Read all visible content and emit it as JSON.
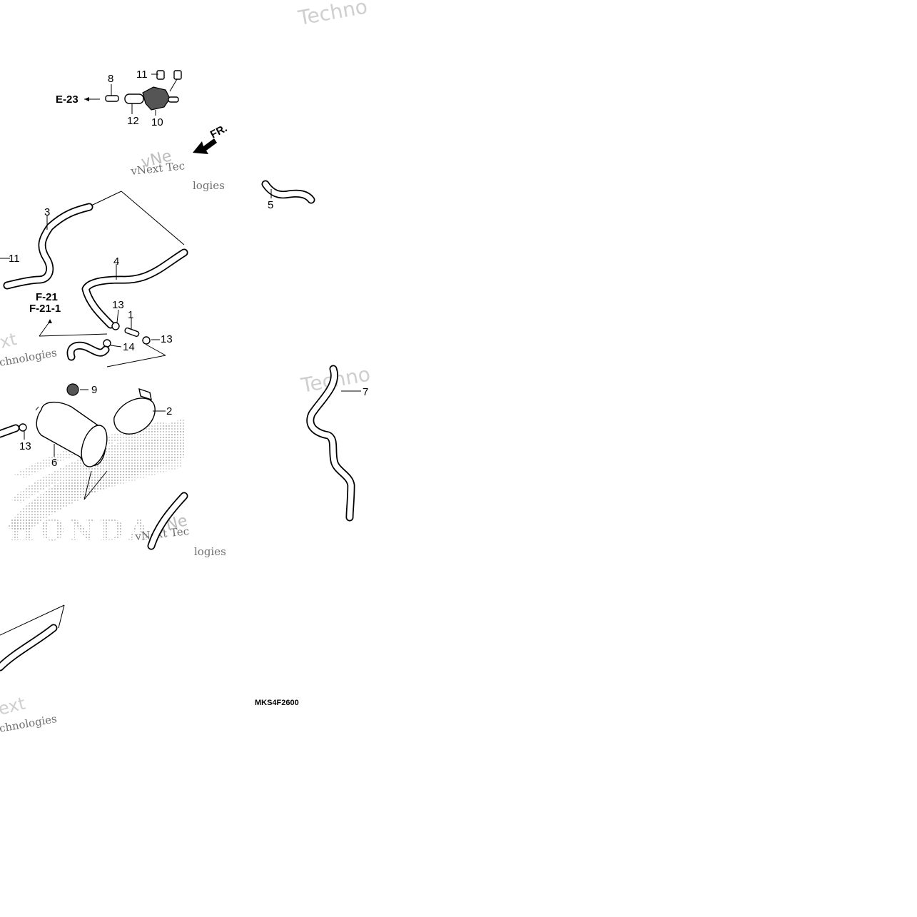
{
  "diagram": {
    "callouts": {
      "c8": "8",
      "c11_top": "11",
      "c12": "12",
      "c10": "10",
      "c3": "3",
      "c11_left": "11",
      "c4": "4",
      "c13_a": "13",
      "c1": "1",
      "c13_b": "13",
      "c14": "14",
      "c5": "5",
      "c9": "9",
      "c2": "2",
      "c13_c": "13",
      "c6": "6",
      "c7": "7"
    },
    "references": {
      "e23": "E-23",
      "f21": "F-21",
      "f21_1": "F-21-1"
    },
    "direction_label": "FR.",
    "diagram_code": "MKS4F2600",
    "watermarks": {
      "w1": "Techno",
      "w2": "vNext Tec",
      "w3": "vNe",
      "w4": "logies",
      "w5": "xt",
      "w6": "chnologies",
      "w7": "Techno",
      "w8": "vNext Tec",
      "w9": "logies",
      "w10": "ext",
      "w11": "chnologies",
      "w12": "vNe"
    },
    "logo_text": "HONDA"
  }
}
